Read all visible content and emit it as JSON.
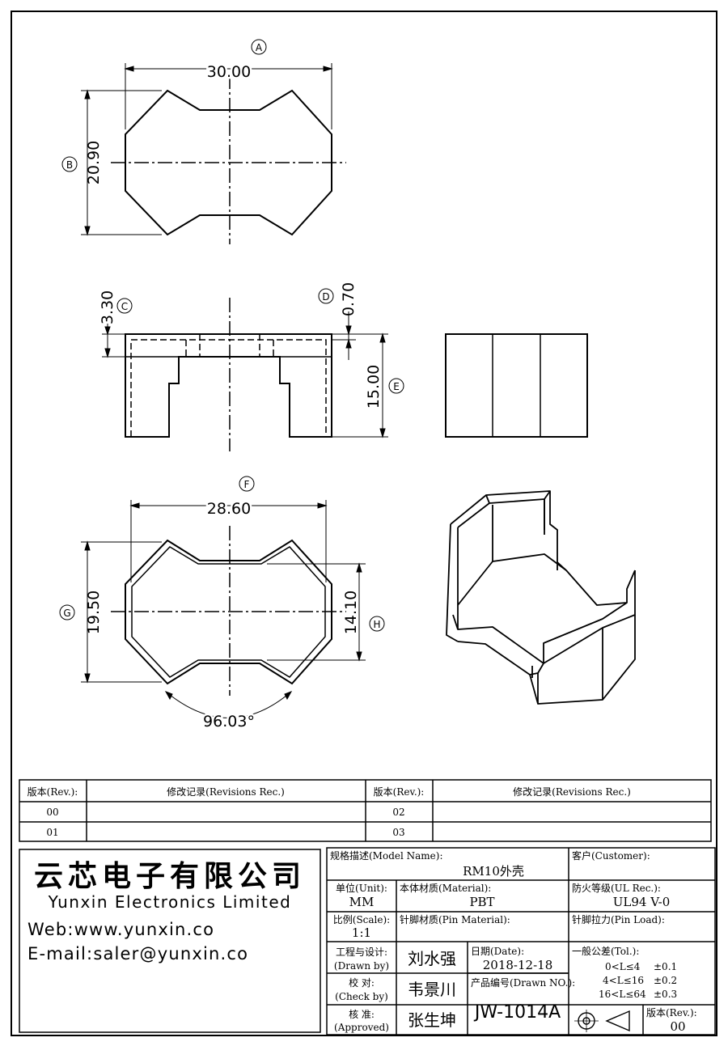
{
  "dims": {
    "A": {
      "tag": "A",
      "value": "30.00"
    },
    "B": {
      "tag": "B",
      "value": "20.90"
    },
    "C": {
      "tag": "C",
      "value": "3.30"
    },
    "D": {
      "tag": "D",
      "value": "0.70"
    },
    "E": {
      "tag": "E",
      "value": "15.00"
    },
    "F": {
      "tag": "F",
      "value": "28.60"
    },
    "G": {
      "tag": "G",
      "value": "19.50"
    },
    "H": {
      "tag": "H",
      "value": "14.10"
    },
    "angle": "96.03°"
  },
  "revisions": {
    "headers": [
      "版本(Rev.):",
      "修改记录(Revisions Rec.)",
      "版本(Rev.):",
      "修改记录(Revisions Rec.)"
    ],
    "rows": [
      {
        "rev_left": "00",
        "rec_left": "",
        "rev_right": "02",
        "rec_right": ""
      },
      {
        "rev_left": "01",
        "rec_left": "",
        "rev_right": "03",
        "rec_right": ""
      }
    ]
  },
  "company": {
    "name_cn": "云芯电子有限公司",
    "name_en": "Yunxin Electronics Limited",
    "web": "Web:www.yunxin.co",
    "email": "E-mail:saler@yunxin.co"
  },
  "title_block": {
    "model_label": "规格描述(Model Name):",
    "model_value": "RM10外壳",
    "customer_label": "客户(Customer):",
    "customer_value": "",
    "unit_label": "单位(Unit):",
    "unit_value": "MM",
    "material_label": "本体材质(Material):",
    "material_value": "PBT",
    "ul_label": "防火等级(UL Rec.):",
    "ul_value": "UL94 V-0",
    "scale_label": "比例(Scale):",
    "scale_value": "1:1",
    "pin_material_label": "针脚材质(Pin Material):",
    "pin_material_value": "",
    "pin_load_label": "针脚拉力(Pin Load):",
    "pin_load_value": "",
    "drawn_label_cn": "工程与设计:",
    "drawn_label_en": "(Drawn by)",
    "drawn_value": "刘水强",
    "check_label_cn": "校  对:",
    "check_label_en": "(Check by)",
    "check_value": "韦景川",
    "approved_label_cn": "核  准:",
    "approved_label_en": "(Approved)",
    "approved_value": "张生坤",
    "date_label": "日期(Date):",
    "date_value": "2018-12-18",
    "drawn_no_label": "产品编号(Drawn NO.):",
    "drawn_no_value": "JW-1014A",
    "tol_label": "一般公差(Tol.):",
    "tol_rows": [
      {
        "range": "0<L≤4",
        "tol": "±0.1"
      },
      {
        "range": "4<L≤16",
        "tol": "±0.2"
      },
      {
        "range": "16<L≤64",
        "tol": "±0.3"
      }
    ],
    "rev_label": "版本(Rev.):",
    "rev_value": "00"
  }
}
